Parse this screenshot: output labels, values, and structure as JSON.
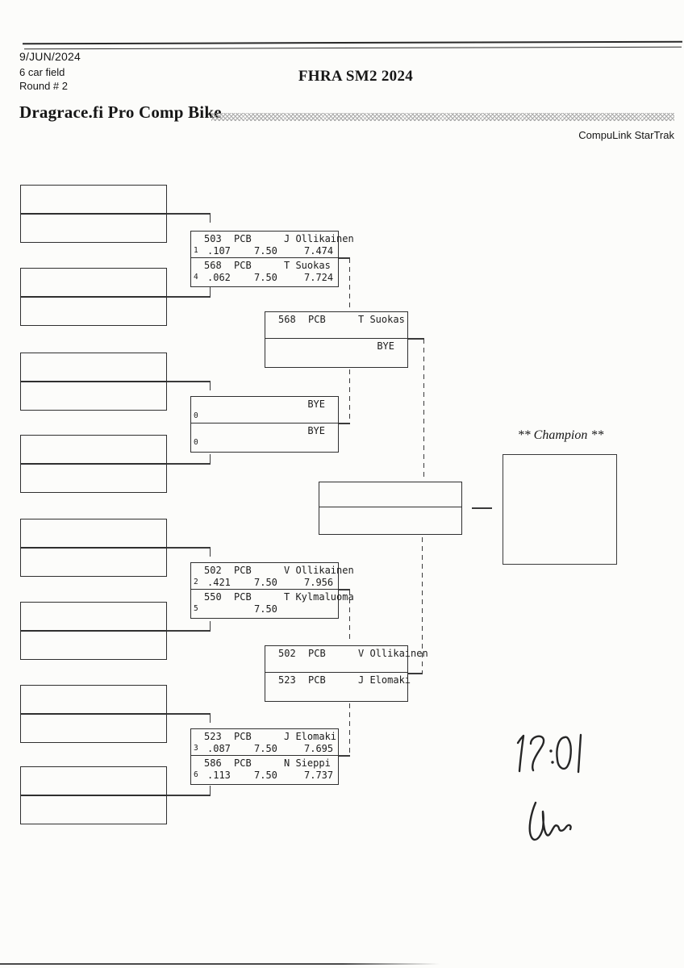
{
  "header": {
    "date": "9/JUN/2024",
    "field_size": "6 car field",
    "round": "Round # 2",
    "event_title": "FHRA SM2 2024",
    "class_title": "Dragrace.fi Pro Comp Bike",
    "timing_system": "CompuLink StarTrak"
  },
  "champion": {
    "label": "** Champion **"
  },
  "handwriting": {
    "time": "12:01"
  },
  "bracket": {
    "round1": [
      {
        "top": {
          "seed": "1",
          "car": "503",
          "cls": "PCB",
          "name": "J Ollikainen",
          "rt": ".107",
          "dial": "7.50",
          "et": "7.474"
        },
        "bottom": {
          "seed": "4",
          "car": "568",
          "cls": "PCB",
          "name": "T Suokas",
          "rt": ".062",
          "dial": "7.50",
          "et": "7.724"
        }
      },
      {
        "top": {
          "seed": "0",
          "car": "",
          "cls": "",
          "name": "BYE",
          "rt": "",
          "dial": "",
          "et": ""
        },
        "bottom": {
          "seed": "0",
          "car": "",
          "cls": "",
          "name": "BYE",
          "rt": "",
          "dial": "",
          "et": ""
        }
      },
      {
        "top": {
          "seed": "2",
          "car": "502",
          "cls": "PCB",
          "name": "V Ollikainen",
          "rt": ".421",
          "dial": "7.50",
          "et": "7.956"
        },
        "bottom": {
          "seed": "5",
          "car": "550",
          "cls": "PCB",
          "name": "T Kylmaluoma",
          "rt": "",
          "dial": "7.50",
          "et": ""
        }
      },
      {
        "top": {
          "seed": "3",
          "car": "523",
          "cls": "PCB",
          "name": "J Elomaki",
          "rt": ".087",
          "dial": "7.50",
          "et": "7.695"
        },
        "bottom": {
          "seed": "6",
          "car": "586",
          "cls": "PCB",
          "name": "N Sieppi",
          "rt": ".113",
          "dial": "7.50",
          "et": "7.737"
        }
      }
    ],
    "round2": [
      {
        "top": {
          "car": "568",
          "cls": "PCB",
          "name": "T Suokas"
        },
        "bottom": {
          "car": "",
          "cls": "",
          "name": "BYE"
        }
      },
      {
        "top": {
          "car": "502",
          "cls": "PCB",
          "name": "V Ollikainen"
        },
        "bottom": {
          "car": "523",
          "cls": "PCB",
          "name": "J Elomaki"
        }
      }
    ]
  }
}
